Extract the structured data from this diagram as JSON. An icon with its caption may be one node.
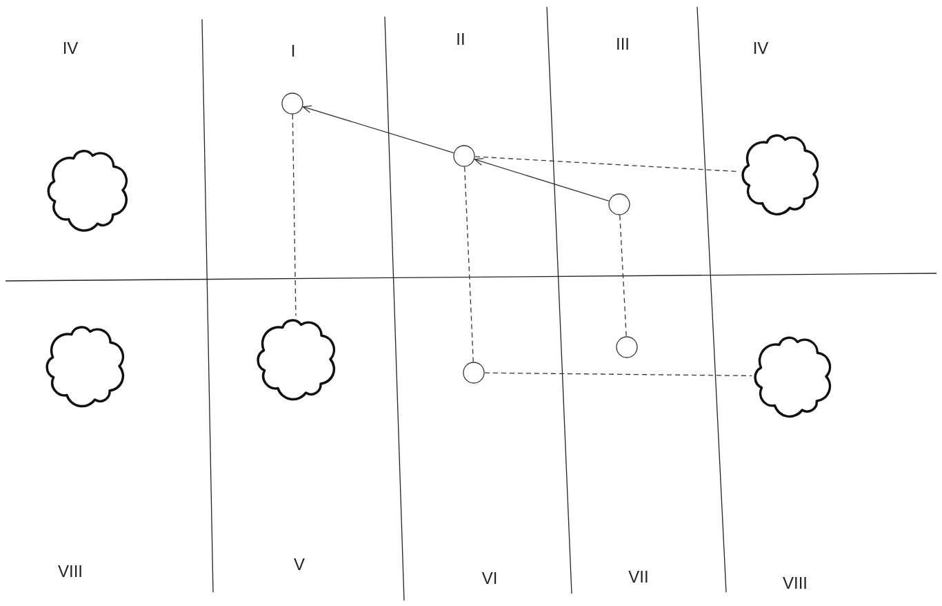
{
  "diagram": {
    "nodes": [
      {
        "text": [],
        "shape": "circle"
      },
      {
        "text": [],
        "shape": "circle"
      },
      {
        "text": [],
        "shape": "cloud"
      },
      {
        "text": [],
        "shape": "cloud"
      },
      {
        "text": [],
        "shape": "circle"
      },
      {
        "text": [],
        "shape": "cloud"
      },
      {
        "text": [],
        "shape": "cloud"
      },
      {
        "text": [],
        "shape": "circle"
      },
      {
        "text": [],
        "shape": "circle"
      },
      {
        "text": [],
        "shape": "cloud"
      }
    ],
    "edges": [
      {
        "from": 1,
        "to": 0,
        "arrow": "to"
      },
      {
        "from": 4,
        "to": 1,
        "arrow": "to"
      },
      {
        "from": 1,
        "to": 2,
        "arrow": "none",
        "style": "dashed"
      },
      {
        "from": 0,
        "to": 6,
        "arrow": "none",
        "style": "dashed"
      },
      {
        "from": 1,
        "to": 8,
        "arrow": "none",
        "style": "dashed"
      },
      {
        "from": 8,
        "to": 9,
        "arrow": "none",
        "style": "dashed"
      },
      {
        "from": 4,
        "to": 7,
        "arrow": "none",
        "style": "dashed"
      }
    ],
    "labels": [
      "IV",
      "I",
      "II",
      "III",
      "IV",
      "VIII",
      "V",
      "VI",
      "VII",
      "VIII"
    ]
  }
}
